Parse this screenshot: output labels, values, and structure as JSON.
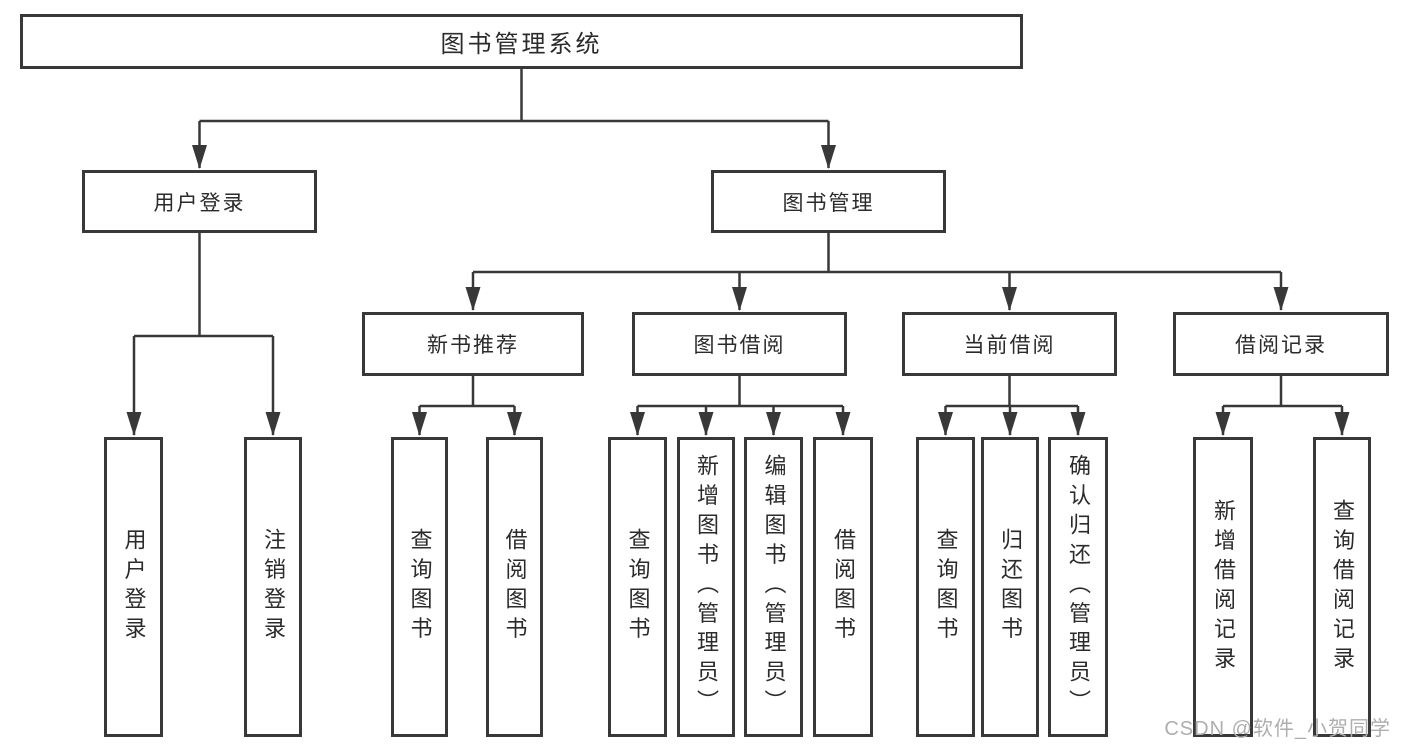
{
  "diagram": {
    "root": {
      "label": "图书管理系统"
    },
    "branches": [
      {
        "label": "用户登录",
        "leaves": [
          {
            "label": "用户登录"
          },
          {
            "label": "注销登录"
          }
        ]
      },
      {
        "label": "图书管理",
        "sections": [
          {
            "label": "新书推荐",
            "leaves": [
              {
                "label": "查询图书"
              },
              {
                "label": "借阅图书"
              }
            ]
          },
          {
            "label": "图书借阅",
            "leaves": [
              {
                "label": "查询图书"
              },
              {
                "label": "新增图书（管理员）"
              },
              {
                "label": "编辑图书（管理员）"
              },
              {
                "label": "借阅图书"
              }
            ]
          },
          {
            "label": "当前借阅",
            "leaves": [
              {
                "label": "查询图书"
              },
              {
                "label": "归还图书"
              },
              {
                "label": "确认归还（管理员）"
              }
            ]
          },
          {
            "label": "借阅记录",
            "leaves": [
              {
                "label": "新增借阅记录"
              },
              {
                "label": "查询借阅记录"
              }
            ]
          }
        ]
      }
    ]
  },
  "watermark": {
    "text": "CSDN @软件_小贺同学"
  },
  "colors": {
    "line": "#383838",
    "text": "#2b2b2b",
    "background": "#ffffff",
    "watermark": "#aeaeae"
  }
}
